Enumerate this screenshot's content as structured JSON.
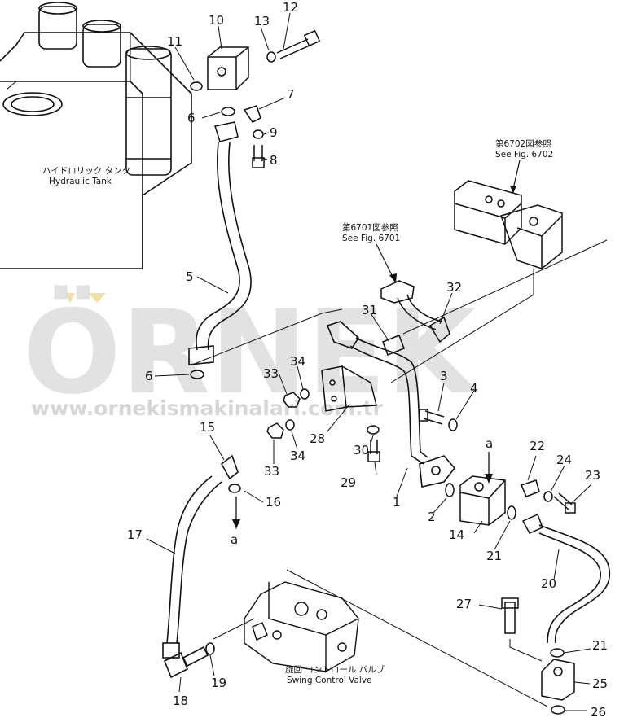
{
  "captions": {
    "tank_jp": "ハイドロリック タンク",
    "tank_en": "Hydraulic Tank",
    "fig6702_jp": "第6702図参照",
    "fig6702_en": "See Fig. 6702",
    "fig6701_jp": "第6701図参照",
    "fig6701_en": "See Fig. 6701",
    "valve_jp": "旋回 コントロール バルブ",
    "valve_en": "Swing Control Valve"
  },
  "connection_marks": {
    "a_top": "a",
    "a_bottom": "a"
  },
  "watermark": {
    "brand": "ÖRNEK",
    "url": "www.ornekismakinalari.com.tr"
  },
  "part_numbers": [
    "1",
    "2",
    "3",
    "4",
    "5",
    "6",
    "6",
    "7",
    "8",
    "9",
    "10",
    "11",
    "12",
    "13",
    "14",
    "15",
    "16",
    "17",
    "18",
    "19",
    "20",
    "21",
    "21",
    "22",
    "23",
    "24",
    "25",
    "26",
    "27",
    "28",
    "29",
    "30",
    "31",
    "32",
    "33",
    "33",
    "34",
    "34"
  ],
  "colors": {
    "line": "#111111",
    "watermark": "#d8d8d8",
    "watermark_accent": "#f0e0a8"
  }
}
